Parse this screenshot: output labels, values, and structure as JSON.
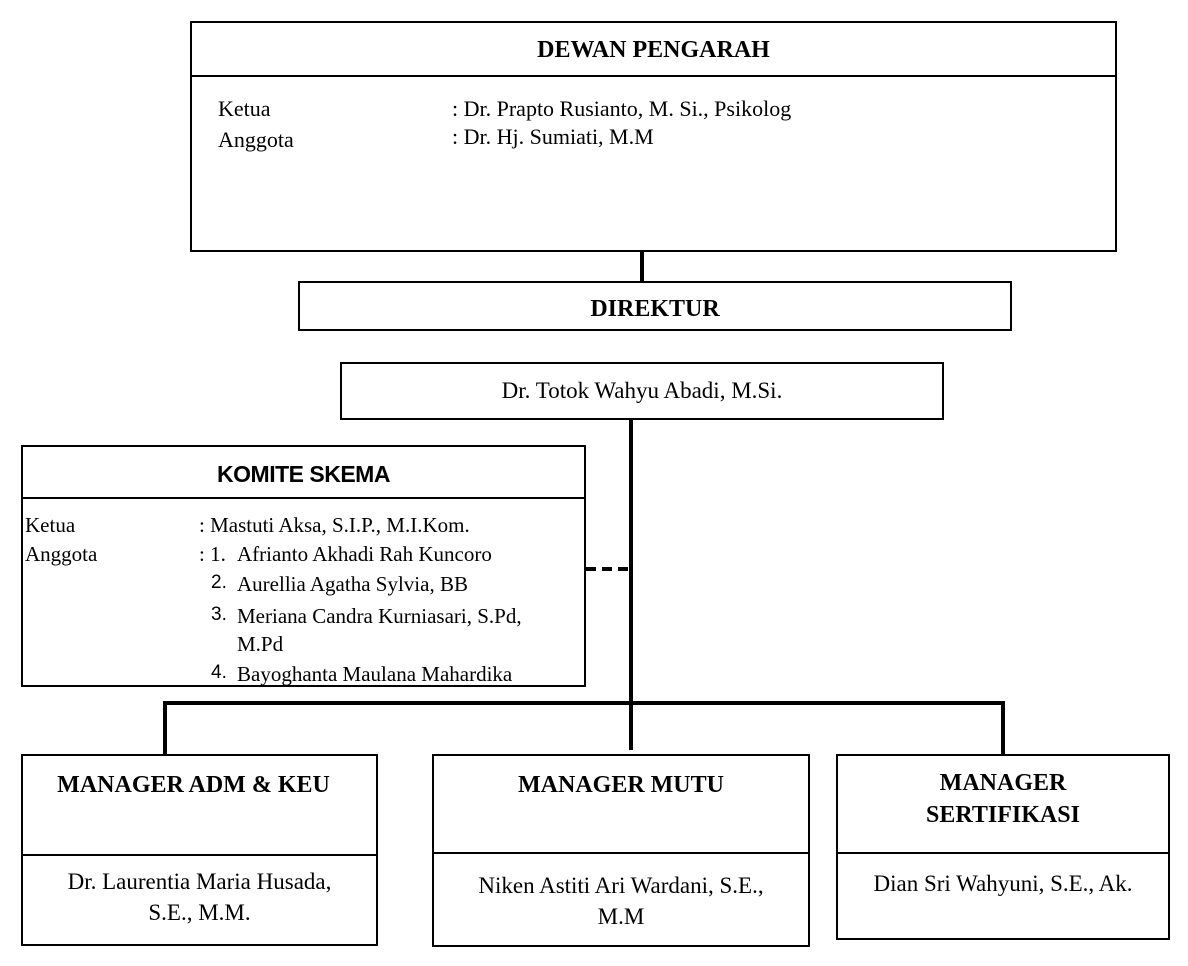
{
  "dewan_pengarah": {
    "title": "DEWAN PENGARAH",
    "rows": [
      {
        "role": "Ketua",
        "name": ": Dr. Prapto Rusianto, M. Si., Psikolog"
      },
      {
        "role": "Anggota",
        "name": ": Dr. Hj. Sumiati, M.M"
      }
    ]
  },
  "direktur": {
    "title": "DIREKTUR",
    "name": "Dr. Totok Wahyu Abadi, M.Si."
  },
  "komite_skema": {
    "title": "KOMITE SKEMA",
    "ketua_label": "Ketua",
    "ketua_name": ": Mastuti Aksa, S.I.P., M.I.Kom.",
    "anggota_label": "Anggota",
    "anggota_prefix": ": 1.",
    "members": [
      "Afrianto Akhadi Rah Kuncoro",
      "Aurellia Agatha Sylvia, BB",
      "Meriana Candra Kurniasari, S.Pd,",
      "M.Pd",
      "Bayoghanta Maulana Mahardika"
    ],
    "numbers": [
      "2.",
      "3.",
      "4."
    ]
  },
  "managers": [
    {
      "title_line1": "MANAGER ADM & KEU",
      "title_line2": "",
      "name_line1": "Dr. Laurentia Maria Husada,",
      "name_line2": "S.E., M.M."
    },
    {
      "title_line1": "MANAGER MUTU",
      "title_line2": "",
      "name_line1": "Niken Astiti Ari Wardani, S.E.,",
      "name_line2": "M.M"
    },
    {
      "title_line1": "MANAGER",
      "title_line2": "SERTIFIKASI",
      "name_line1": "Dian Sri Wahyuni, S.E., Ak.",
      "name_line2": ""
    }
  ]
}
